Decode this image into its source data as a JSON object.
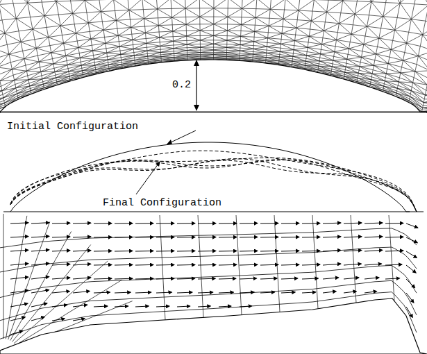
{
  "diagram": {
    "labels": [
      "0.2",
      "Initial Configuration",
      "Final Configuration"
    ]
  }
}
